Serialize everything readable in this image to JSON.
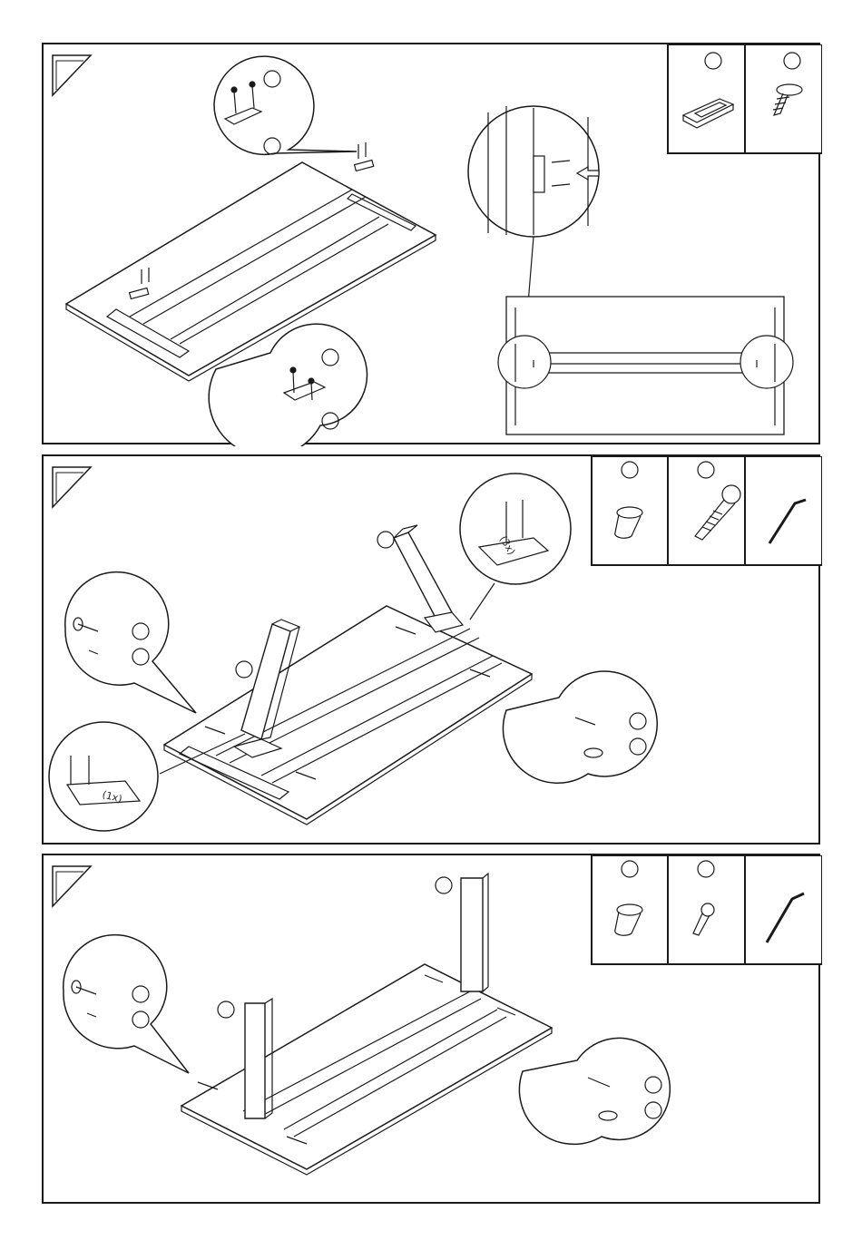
{
  "document": {
    "steps": [
      {
        "id": "step-1",
        "parts": [
          {
            "name": "slide-bracket-icon"
          },
          {
            "name": "wood-screw-icon"
          }
        ],
        "annotations": []
      },
      {
        "id": "step-2",
        "parts": [
          {
            "name": "threaded-bushing-icon"
          },
          {
            "name": "long-hex-bolt-icon"
          },
          {
            "name": "allen-key-icon"
          }
        ],
        "annotations": [
          "(3x)",
          "(1x)"
        ]
      },
      {
        "id": "step-3",
        "parts": [
          {
            "name": "threaded-bushing-icon"
          },
          {
            "name": "short-hex-bolt-icon"
          },
          {
            "name": "allen-key-icon"
          }
        ],
        "annotations": []
      }
    ]
  }
}
